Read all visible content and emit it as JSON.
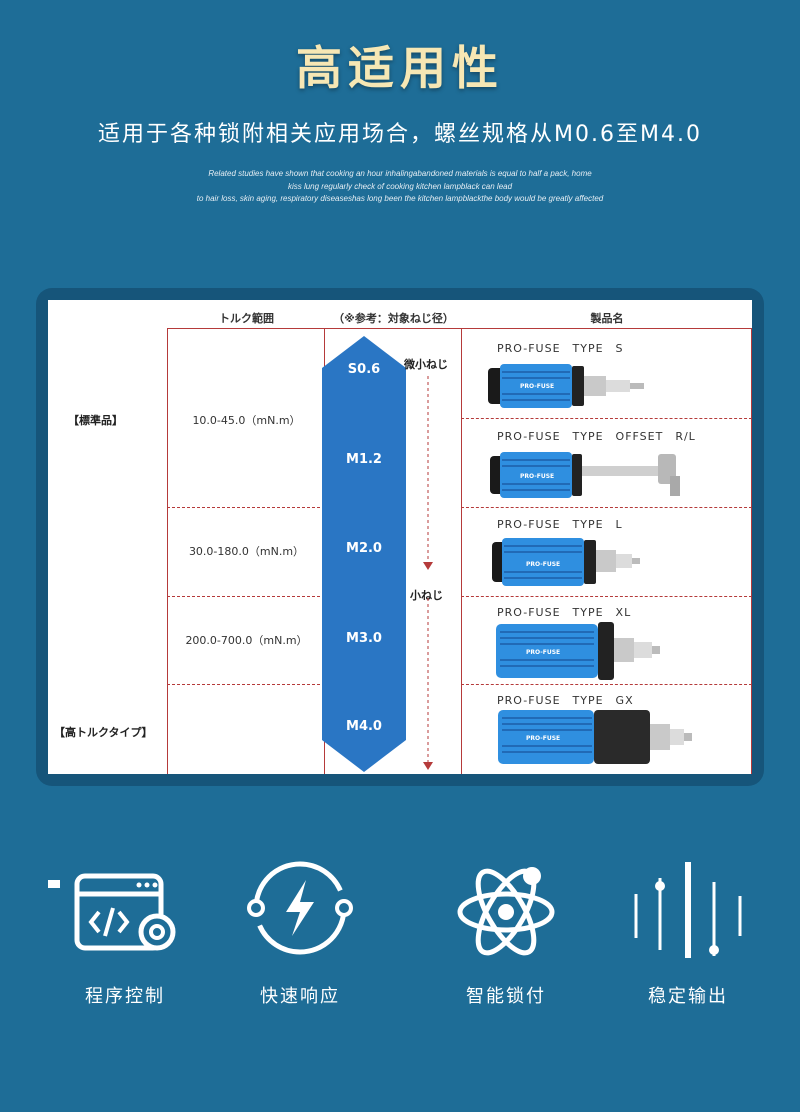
{
  "header": {
    "title": "高适用性",
    "subtitle": "适用于各种锁附相关应用场合，螺丝规格从M0.6至M4.0",
    "note_lines": [
      "Related studies have shown that cooking an hour inhalingabandoned materials is equal to half a pack, home",
      "kiss lung regularly check of cooking kitchen lampblack can lead",
      "to hair loss, skin aging, respiratory diseaseshas long been the kitchen lampblackthe body would be greatly affected"
    ]
  },
  "table": {
    "col_torque": "トルク範囲",
    "col_size": "（※参考：対象ねじ径）",
    "col_product": "製品名",
    "cat_standard": "【標準品】",
    "cat_high": "【高トルクタイプ】",
    "torque_1": "10.0-45.0（mN.m）",
    "torque_2": "30.0-180.0（mN.m）",
    "torque_3": "200.0-700.0（mN.m）",
    "sizes": [
      "S0.6",
      "M1.2",
      "M2.0",
      "M3.0",
      "M4.0"
    ],
    "screw_small": "微小ねじ",
    "screw_normal": "小ねじ",
    "tool_brand": "PRO-FUSE",
    "products": [
      "PRO-FUSE　TYPE　S",
      "PRO-FUSE　TYPE　OFFSET　R/L",
      "PRO-FUSE　TYPE　L",
      "PRO-FUSE　TYPE　XL",
      "PRO-FUSE　TYPE　GX"
    ]
  },
  "colors": {
    "background": "#1e6d97",
    "panel": "#16557a",
    "title": "#f6e7b4",
    "arrow": "#2a76c4",
    "table_line": "#b53a3a"
  },
  "features": [
    {
      "icon": "code-settings-icon",
      "label": "程序控制"
    },
    {
      "icon": "lightning-icon",
      "label": "快速响应"
    },
    {
      "icon": "atom-icon",
      "label": "智能锁付"
    },
    {
      "icon": "equalizer-icon",
      "label": "稳定输出"
    }
  ]
}
